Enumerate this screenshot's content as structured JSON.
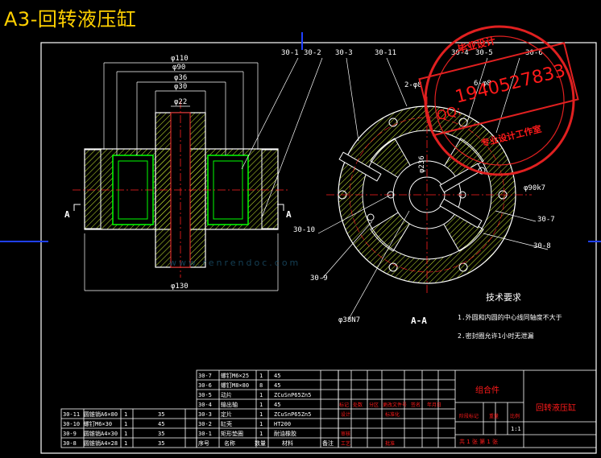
{
  "title": "A3-回转液压缸",
  "section_marks": {
    "left": "A",
    "right": "A",
    "label": "A-A"
  },
  "dims": {
    "d110": "φ110",
    "d90": "φ90",
    "d36": "φ36",
    "d30": "φ30",
    "d22": "φ22",
    "d130": "φ130",
    "d90k": "φ90k7",
    "d38": "φ38N7",
    "hole2": "2-φ8",
    "hole6": "6-φ8",
    "d236": "φ236"
  },
  "callouts": [
    "30-1",
    "30-2",
    "30-3",
    "30-11",
    "30-4",
    "30-5",
    "30-6",
    "30-7",
    "30-8",
    "30-9",
    "30-10"
  ],
  "notes": {
    "heading": "技术要求",
    "line1": "1.外圆和内圆的中心线同轴度不大于",
    "line2": "2.密封圈允许1小时无泄漏"
  },
  "bom_upper": [
    {
      "no": "30-7",
      "name": "螺钉M6×25",
      "qty": "1",
      "mat": "45"
    },
    {
      "no": "30-6",
      "name": "螺钉M8×80",
      "qty": "8",
      "mat": "45"
    },
    {
      "no": "30-5",
      "name": "动片",
      "qty": "1",
      "mat": "ZCuSnP65Zn5"
    },
    {
      "no": "30-4",
      "name": "输出轴",
      "qty": "1",
      "mat": "45"
    },
    {
      "no": "30-3",
      "name": "定片",
      "qty": "1",
      "mat": "ZCuSnP65Zn5"
    },
    {
      "no": "30-2",
      "name": "缸壳",
      "qty": "1",
      "mat": "HT200"
    },
    {
      "no": "30-1",
      "name": "矩形垫圈",
      "qty": "1",
      "mat": "耐油橡胶"
    }
  ],
  "bom_header": {
    "no": "序号",
    "name": "名称",
    "qty": "数量",
    "mat": "材料",
    "note": "备注"
  },
  "bom_lower": [
    {
      "no": "30-11",
      "name": "圆锥销A6×80",
      "qty": "1",
      "mat": "35"
    },
    {
      "no": "30-10",
      "name": "螺钉M6×30",
      "qty": "1",
      "mat": "45"
    },
    {
      "no": "30-9",
      "name": "圆锥销A4×30",
      "qty": "1",
      "mat": "35"
    },
    {
      "no": "30-8",
      "name": "圆锥销A4×28",
      "qty": "1",
      "mat": "35"
    }
  ],
  "title_block": {
    "assembly": "组合件",
    "drawing_name": "回转液压缸",
    "stage_mark": "阶段标记",
    "weight": "重量",
    "scale": "比例",
    "ratio": "1:1",
    "sheets": "共 1 张  第 1 张",
    "row_labels": [
      "标记",
      "处数",
      "分区",
      "更改文件号",
      "签名",
      "年月日"
    ],
    "design": "设计",
    "standard": "标准化",
    "audit": "审核",
    "process": "工艺",
    "approve": "批准"
  },
  "stamp": {
    "top": "毕业设计",
    "number": "1940527833",
    "qq": "QQ:",
    "bottom": "专业设计工作室"
  },
  "watermark": "www.renrendoc.com",
  "colors": {
    "background": "#000000",
    "frame": "#ffffff",
    "hatch": "#c8e832",
    "green": "#00ff00",
    "center": "#ff2020",
    "blue_mark": "#2040ff",
    "title": "#ffd000",
    "stamp": "#e02020"
  }
}
